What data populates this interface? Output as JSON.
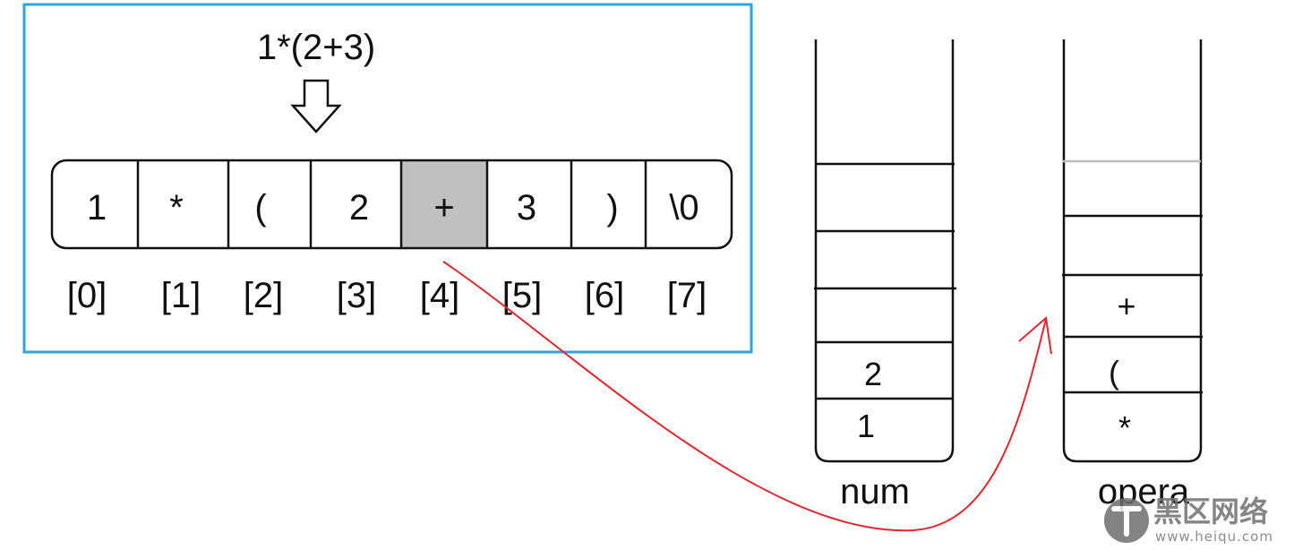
{
  "expression": "1*(2+3)",
  "cells": [
    "1",
    "*",
    "(",
    "2",
    "+",
    "3",
    ")",
    "\\0"
  ],
  "indices": [
    "[0]",
    "[1]",
    "[2]",
    "[3]",
    "[4]",
    "[5]",
    "[6]",
    "[7]"
  ],
  "highlighted_index": 4,
  "num_stack": {
    "label": "num",
    "items": [
      "2",
      "1"
    ]
  },
  "opera_stack": {
    "label": "opera",
    "items": [
      "+",
      "(",
      "*"
    ]
  },
  "watermark": {
    "cn": "黑区网络",
    "url": "www.heiqu.com"
  },
  "colors": {
    "frame": "#2aa7dc",
    "highlight": "#c0c0c0",
    "arrow": "#e0282e",
    "line": "#111111"
  }
}
